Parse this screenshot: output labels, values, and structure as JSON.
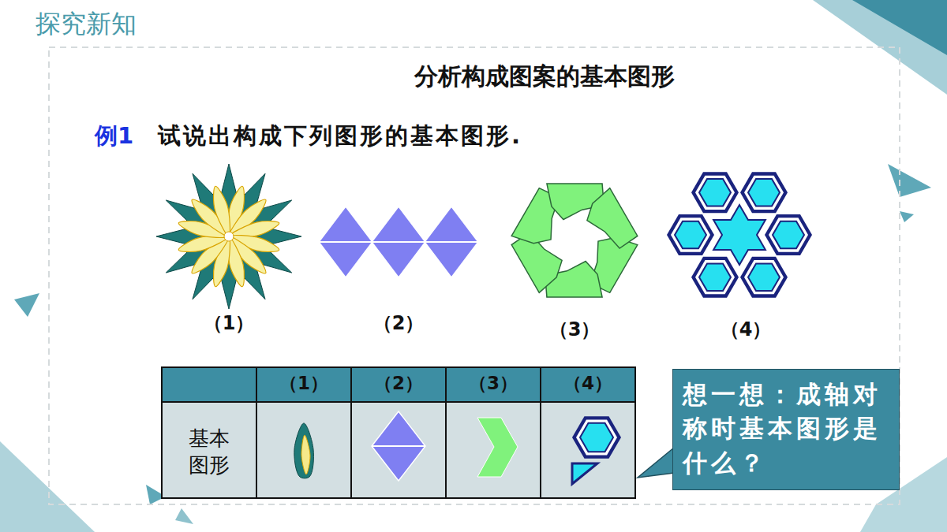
{
  "diagram": {
    "title": "分析构成图案的基本图形",
    "nodes": [
      {
        "text": [
          "想一想：成轴对称时基本图形是什么？"
        ]
      }
    ],
    "labels": [
      "探究新知",
      "例1",
      "试说出构成下列图形的基本图形.",
      "（1）",
      "（2）",
      "（3）",
      "（4）",
      "（1）",
      "（2）",
      "（3）",
      "（4）",
      "基本图形"
    ]
  }
}
